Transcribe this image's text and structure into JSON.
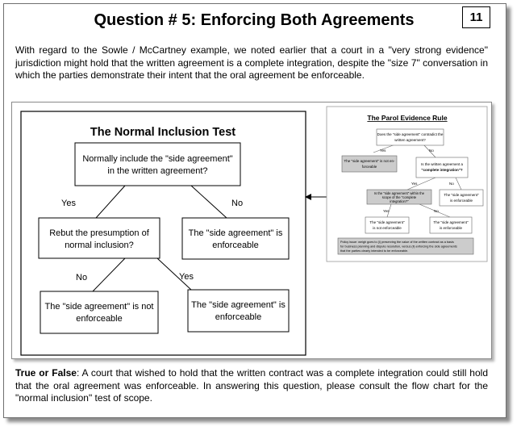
{
  "slide_number": "11",
  "title": "Question # 5: Enforcing Both Agreements",
  "intro_text": "With regard to the Sowle / McCartney example, we noted earlier that a court in a \"very strong evidence\" jurisdiction might hold that the written agreement is a complete integration, despite the \"size 7\" conversation in which the parties demonstrate their intent that the oral agreement be enforceable.",
  "normal_inclusion_test": {
    "title": "The Normal Inclusion Test",
    "q1_lines": [
      "Normally include the \"side agreement\"",
      "in the written agreement?"
    ],
    "yes_label_1": "Yes",
    "no_label_1": "No",
    "enforceable_1_lines": [
      "The \"side agreement\" is",
      "enforceable"
    ],
    "rebut_lines": [
      "Rebut the presumption of",
      "normal inclusion?"
    ],
    "no_label_2": "No",
    "yes_label_2": "Yes",
    "not_enforceable_lines": [
      "The \"side agreement\" is not",
      "enforceable"
    ],
    "enforceable_2_lines": [
      "The \"side agreement\" is",
      "enforceable"
    ]
  },
  "parol_evidence_rule": {
    "title": "The Parol Evidence Rule",
    "q1_lines": [
      "Does the \"side agreement\" contradict the",
      "written agreement?"
    ],
    "yes_label_1": "Yes",
    "no_label_1": "No",
    "not_enforceable_1_lines": [
      "The \"side agreement\" is not en-",
      "forceable"
    ],
    "q2_lines": [
      "Is the written agreement a",
      "\"complete integration\"?"
    ],
    "yes_label_2": "Yes",
    "no_label_2": "No",
    "q3_lines": [
      "Is the \"side agreement\" within the",
      "scope of the \"complete",
      "integration?\""
    ],
    "enforceable_1_lines": [
      "The \"side agreement\"",
      "is enforceable"
    ],
    "yes_label_3": "Yes",
    "no_label_3": "No",
    "not_enforceable_2_lines": [
      "The \"side agreement\"",
      "is not enforceable"
    ],
    "enforceable_2_lines": [
      "The \"side agreement\"",
      "is enforceable"
    ],
    "policy_lines": [
      "Policy issue: weigh goes to (i) preserving the value of the written contract as a basis",
      "for business planning and dispute resolution, versus (ii) enforcing the side agreements",
      "that the parties clearly intended to be enforceable."
    ]
  },
  "footer": {
    "label": "True or False",
    "text": ": A court that wished to hold that the written contract was a complete integration could still hold that the oral agreement was enforceable.  In answering this question, please consult the flow chart for the \"normal inclusion\" test of scope."
  }
}
